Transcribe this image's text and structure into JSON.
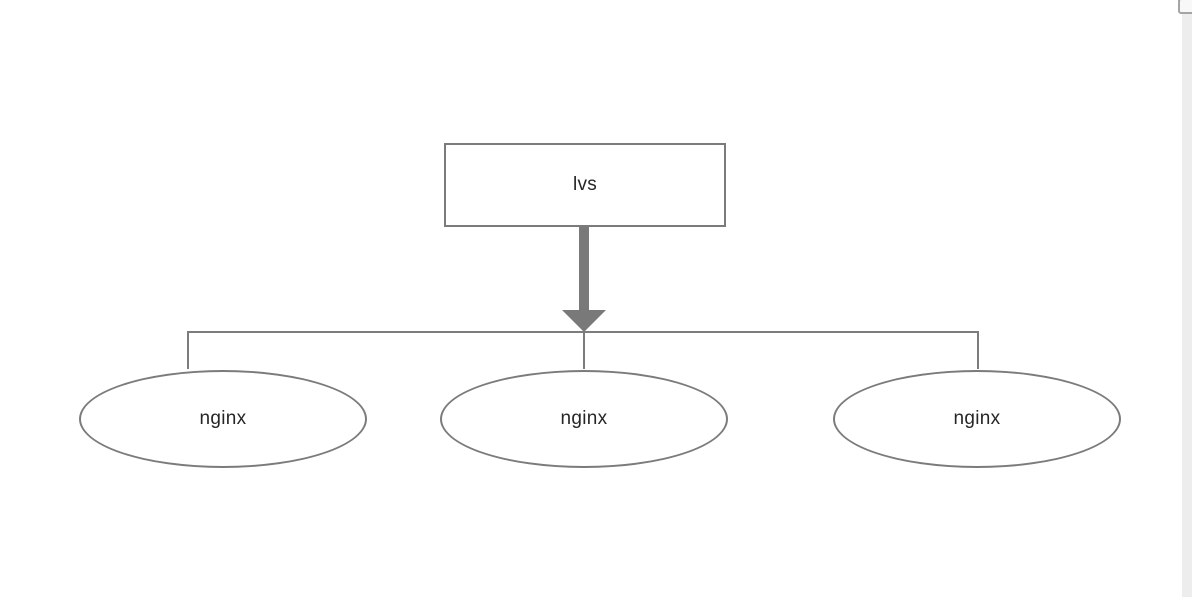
{
  "diagram": {
    "root_node": {
      "label": "lvs",
      "shape": "rectangle"
    },
    "child_nodes": [
      {
        "label": "nginx",
        "shape": "ellipse"
      },
      {
        "label": "nginx",
        "shape": "ellipse"
      },
      {
        "label": "nginx",
        "shape": "ellipse"
      }
    ]
  },
  "colors": {
    "canvas_background": "#ffffff",
    "shape_border": "#7b7b7b",
    "connector_line": "#7c7c7c",
    "arrow_fill": "#797979",
    "text": "#262626",
    "scrollbar_track": "#ededed",
    "scrollbar_thumb_border": "#a4a4a4"
  }
}
